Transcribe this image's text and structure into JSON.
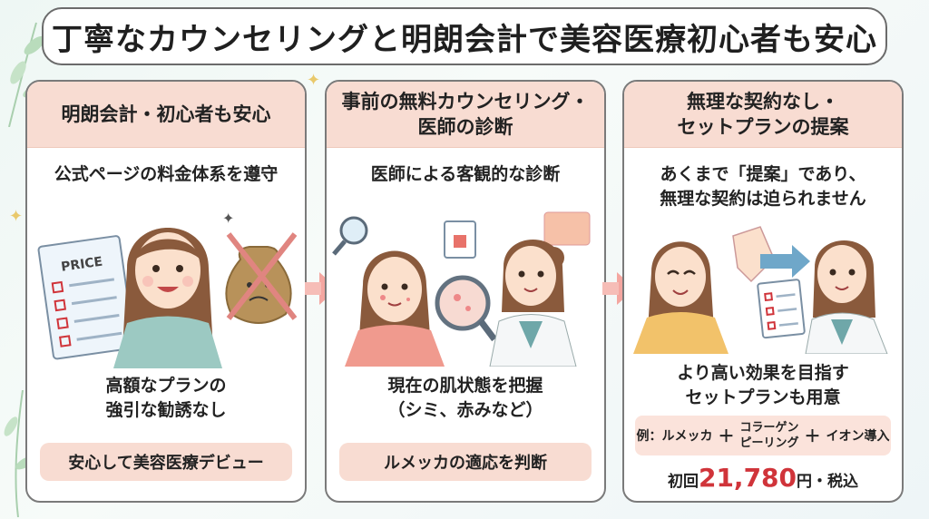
{
  "title": "丁寧なカウンセリングと明朗会計で美容医療初心者も安心",
  "panels": [
    {
      "header": [
        "明朗会計・初心者も安心"
      ],
      "subtitle": "公式ページの料金体系を遵守",
      "price_card_label": "PRICE",
      "description": [
        "高額なプランの",
        "強引な勧誘なし"
      ],
      "footer": "安心して美容医療デビュー"
    },
    {
      "header": [
        "事前の無料カウンセリング・",
        "医師の診断"
      ],
      "subtitle": "医師による客観的な診断",
      "description": [
        "現在の肌状態を把握",
        "（シミ、赤みなど）"
      ],
      "footer": "ルメッカの適応を判断"
    },
    {
      "header": [
        "無理な契約なし・",
        "セットプランの提案"
      ],
      "subtitle": [
        "あくまで「提案」であり、",
        "無理な契約は迫られません"
      ],
      "description": [
        "より高い効果を目指す",
        "セットプランも用意"
      ],
      "formula": {
        "prefix": "例：ルメッカ",
        "plus": "＋",
        "item2": [
          "コラーゲン",
          "ピーリング"
        ],
        "item3": "イオン導入"
      },
      "price": {
        "prefix": "初回",
        "amount": "21,780",
        "suffix": "円・税込"
      }
    }
  ],
  "colors": {
    "accent_pink": "#f8dcd2",
    "arrow": "#f4a6a0",
    "price_red": "#d0343a"
  }
}
